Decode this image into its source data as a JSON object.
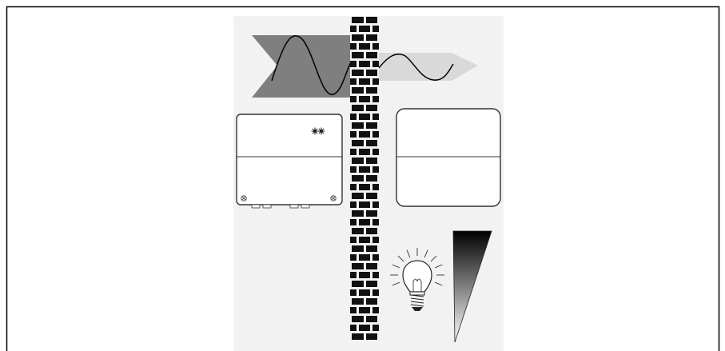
{
  "diagram": {
    "kind": "signal-transmission-through-wall-illustration",
    "colors": {
      "frame": "#000000",
      "panel_background": "#f2f2f2",
      "wall_brick": "#111111",
      "wall_mortar": "#f2f2f2",
      "signal_arrow_strong": "#7f7f7f",
      "signal_arrow_strong_overlap": "#9e9e9e",
      "signal_arrow_weak": "#d9d9d9",
      "device_outline": "#333333",
      "device_fill": "#ffffff",
      "gradient_dark": "#000000",
      "gradient_light": "#ffffff"
    },
    "icons": {
      "transmitter": "transmitter-unit-icon",
      "receiver": "receiver-unit-icon",
      "status_led": "led-sun-icon",
      "screw": "screw-icon",
      "bulb": "light-bulb-icon",
      "attenuation": "signal-attenuation-wedge-icon",
      "wave": "sine-wave-icon",
      "wall": "brick-wall-icon"
    },
    "elements": {
      "transmitter_screws": 2,
      "transmitter_connectors": 4,
      "bulb_rays": 16
    }
  }
}
